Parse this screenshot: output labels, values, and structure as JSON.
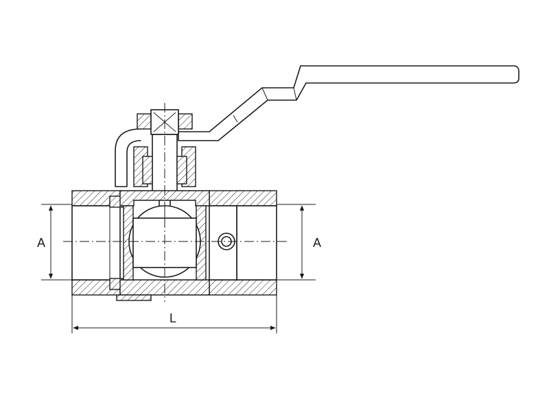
{
  "diagram": {
    "labels": {
      "dimension_left": "A",
      "dimension_right": "A",
      "dimension_length": "L"
    }
  }
}
